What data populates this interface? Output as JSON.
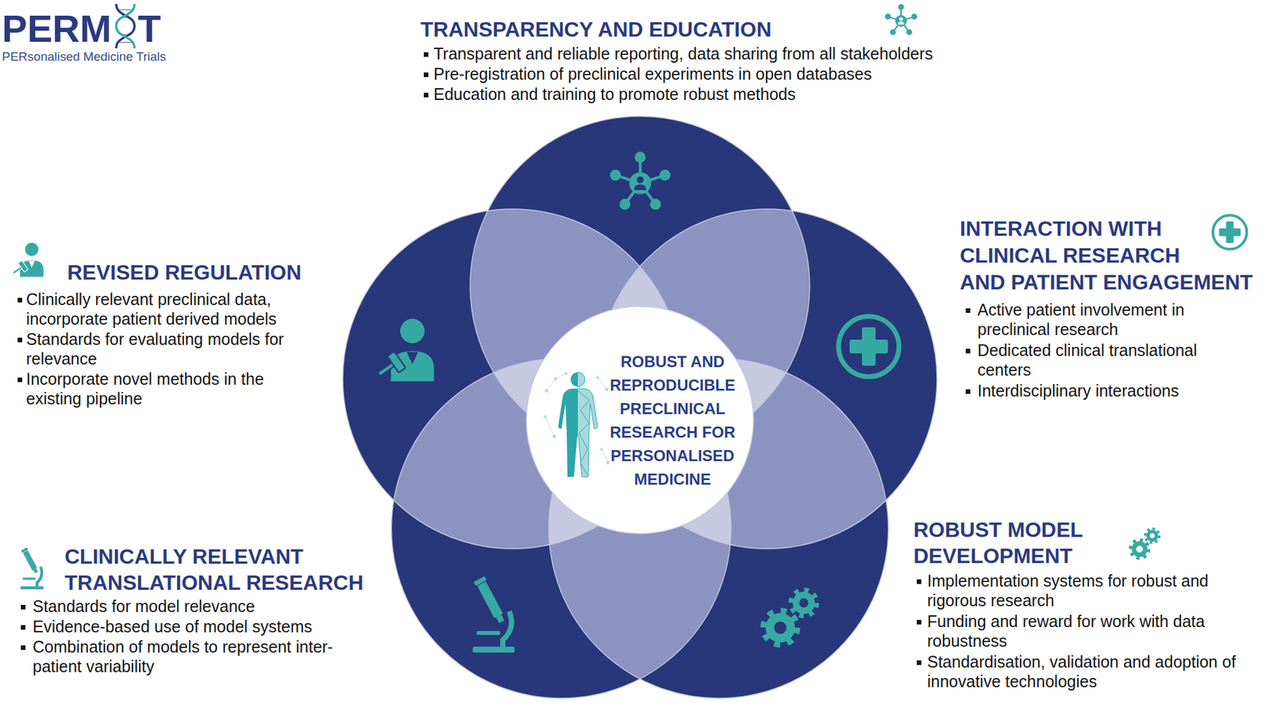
{
  "diagram": {
    "nodes": [
      {
        "text": [
          "TRANSPARENCY AND EDUCATION",
          "Transparent and reliable reporting, data sharing from all stakeholders",
          "Pre-registration of preclinical experiments in open databases",
          "Education and training to promote robust methods"
        ]
      },
      {
        "text": [
          "INTERACTION WITH CLINICAL RESEARCH AND PATIENT ENGAGEMENT",
          "Active patient involvement in preclinical research",
          "Dedicated clinical translational centers",
          "Interdisciplinary interactions"
        ]
      },
      {
        "text": [
          "REVISED REGULATION",
          "Clinically relevant preclinical data, incorporate patient derived models",
          "Standards for evaluating models for relevance",
          "Incorporate novel methods in the existing pipeline"
        ]
      },
      {
        "text": [
          "ROBUST AND REPRODUCIBLE PRECLINICAL RESEARCH FOR PERSONALISED MEDICINE"
        ]
      },
      {
        "text": [
          "CLINICALLY RELEVANT TRANSLATIONAL RESEARCH",
          "Standards for model relevance",
          "Evidence-based use of model systems",
          "Combination of models to represent inter-patient variability"
        ]
      },
      {
        "text": [
          "ROBUST MODEL DEVELOPMENT",
          "Implementation systems for robust and rigorous research",
          "Funding and reward for work with data robustness",
          "Standardisation, validation and adoption of innovative technologies"
        ]
      }
    ],
    "labels": [
      "PERM",
      "T",
      "PERsonalised Medicine Trials"
    ]
  }
}
